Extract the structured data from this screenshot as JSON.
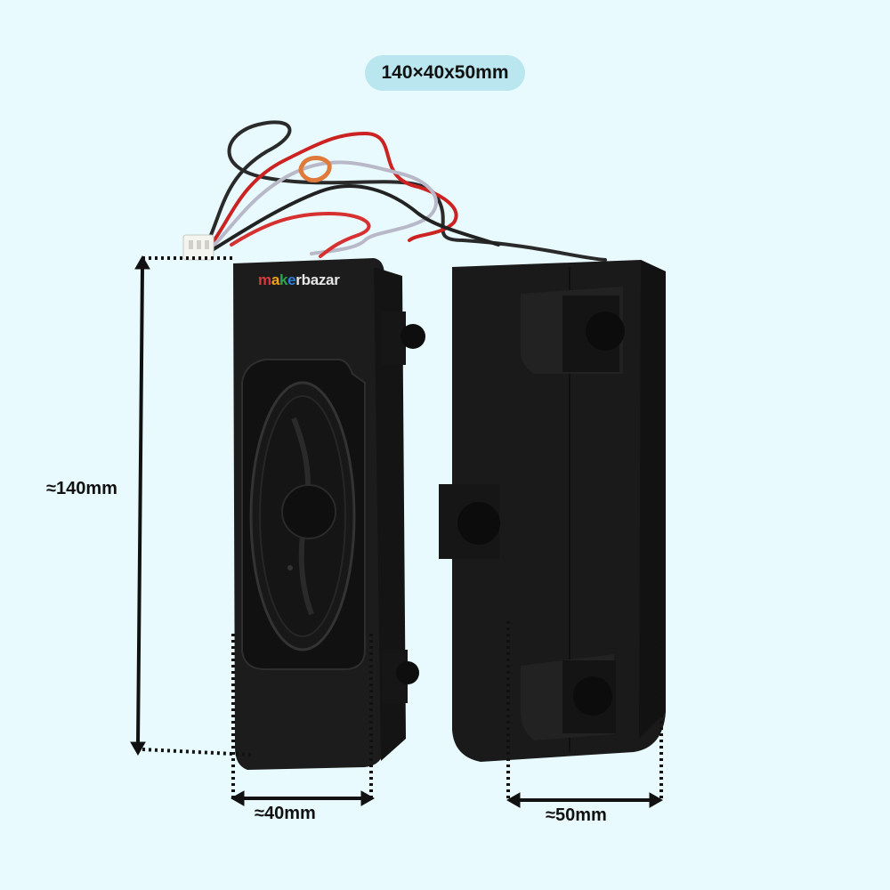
{
  "header": {
    "dimensions_badge": "140×40x50mm"
  },
  "dimensions": {
    "height_label": "≈140mm",
    "width_label": "≈40mm",
    "depth_label": "≈50mm"
  },
  "brand": {
    "logo_prefix_letters": [
      "m",
      "a",
      "k",
      "e"
    ],
    "logo_rest": "rbazar",
    "logo_text": "makerbazar"
  },
  "colors": {
    "background": "#e8fafd",
    "badge": "#b9e6ef",
    "speaker_body": "#1c1c1c"
  }
}
